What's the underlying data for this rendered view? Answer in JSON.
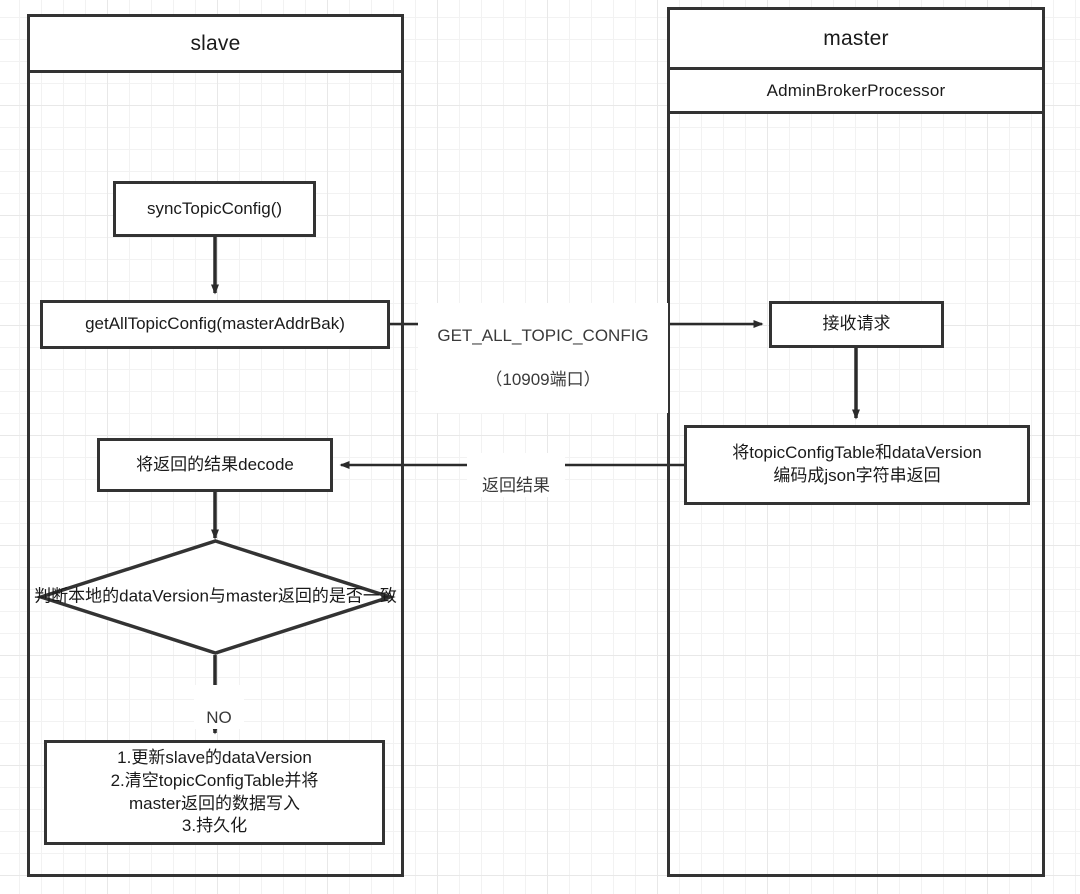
{
  "diagram": {
    "title": "RocketMQ slave-master topic config sync flow",
    "background": "#ffffff",
    "grid_color": "#e8e8e8",
    "stroke_color": "#333333",
    "text_color": "#1a1a1a"
  },
  "lanes": [
    {
      "id": "slave",
      "title": "slave",
      "subtitle": null
    },
    {
      "id": "master",
      "title": "master",
      "subtitle": "AdminBrokerProcessor"
    }
  ],
  "nodes": {
    "sync_topic_config": "syncTopicConfig()",
    "get_all_topic_config": "getAllTopicConfig(masterAddrBak)",
    "decode_result": "将返回的结果decode",
    "decision": "判断本地的dataVersion与master返回的是否一致",
    "apply_result": "1.更新slave的dataVersion\n2.清空topicConfigTable并将\nmaster返回的数据写入\n3.持久化",
    "receive_request": "接收请求",
    "encode_json": "将topicConfigTable和dataVersion\n编码成json字符串返回"
  },
  "edges": {
    "request_label_line1": "GET_ALL_TOPIC_CONFIG",
    "request_label_line2": "（10909端口）",
    "response_label": "返回结果",
    "decision_no_label": "NO"
  }
}
